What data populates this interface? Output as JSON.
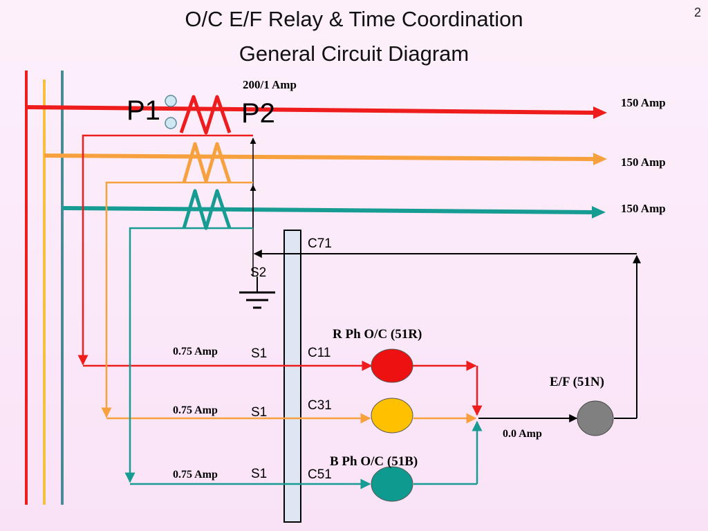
{
  "title": "O/C E/F Relay & Time Coordination",
  "subtitle": "General Circuit Diagram",
  "page_number": "2",
  "ct_ratio": "200/1 Amp",
  "primary_labels": {
    "p1": "P1",
    "p2": "P2"
  },
  "phases": [
    {
      "id": "r",
      "color": "#ee1c1c",
      "line_current": "150 Amp",
      "secondary_current": "0.75 Amp",
      "s_label": "S1",
      "terminal": "C11"
    },
    {
      "id": "y",
      "color": "#f7a13e",
      "line_current": "150 Amp",
      "secondary_current": "0.75 Amp",
      "s_label": "S1",
      "terminal": "C31"
    },
    {
      "id": "b",
      "color": "#169c92",
      "line_current": "150 Amp",
      "secondary_current": "0.75 Amp",
      "s_label": "S1",
      "terminal": "C51"
    }
  ],
  "neutral": {
    "terminal": "C71",
    "s_label": "S2",
    "current": "0.0 Amp"
  },
  "relays": {
    "r": {
      "label": "R Ph O/C (51R)",
      "color": "#ee1111"
    },
    "y": {
      "label": "",
      "color": "#ffc000"
    },
    "b": {
      "label": "B Ph O/C (51B)",
      "color": "#0f9a8f"
    },
    "ef": {
      "label": "E/F (51N)",
      "color": "#808080"
    }
  },
  "colors": {
    "bus_r": "#ee1c1c",
    "bus_y": "#f7a13e",
    "bus_b": "#169c92",
    "wire": "#000000"
  }
}
